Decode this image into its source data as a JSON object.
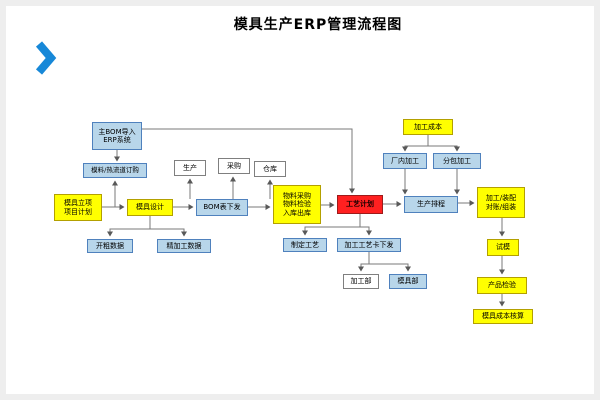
{
  "page": {
    "title": "模具生产ERP管理流程图"
  },
  "icons": {
    "header_marker": "chevron-right"
  },
  "palette": {
    "yellow_box": "#ffff00",
    "blue_box": "#b8d6ea",
    "red_box": "#ff2020",
    "white_box": "#ffffff",
    "chevron_blue": "#1788d8",
    "connector": "#7a7a7a"
  },
  "nodes": {
    "main_bom": {
      "label": "主BOM导入\nERP系统"
    },
    "mold_material": {
      "label": "模料/热流道订购"
    },
    "production": {
      "label": "生产"
    },
    "purchasing": {
      "label": "采购"
    },
    "warehouse": {
      "label": "仓库"
    },
    "project_plan": {
      "label": "模具立项\n项目计划"
    },
    "mold_design": {
      "label": "模具设计"
    },
    "bom_issue": {
      "label": "BOM表下发"
    },
    "material_flow": {
      "label": "物料采购\n物料检验\n入库出库"
    },
    "process_plan": {
      "label": "工艺计划"
    },
    "scheduling": {
      "label": "生产排程"
    },
    "assembly": {
      "label": "加工/装配\n对账/组装"
    },
    "processing_cost": {
      "label": "加工成本"
    },
    "in_factory": {
      "label": "厂内加工"
    },
    "subcontract": {
      "label": "分包加工"
    },
    "roughing": {
      "label": "开粗数据"
    },
    "finishing": {
      "label": "精加工数据"
    },
    "define_process": {
      "label": "制定工艺"
    },
    "process_card": {
      "label": "加工工艺卡下发"
    },
    "trial_mold": {
      "label": "试模"
    },
    "processing_dept": {
      "label": "加工部"
    },
    "mold_dept": {
      "label": "模具部"
    },
    "inspection": {
      "label": "产品检验"
    },
    "cost_accounting": {
      "label": "模具成本核算"
    }
  }
}
